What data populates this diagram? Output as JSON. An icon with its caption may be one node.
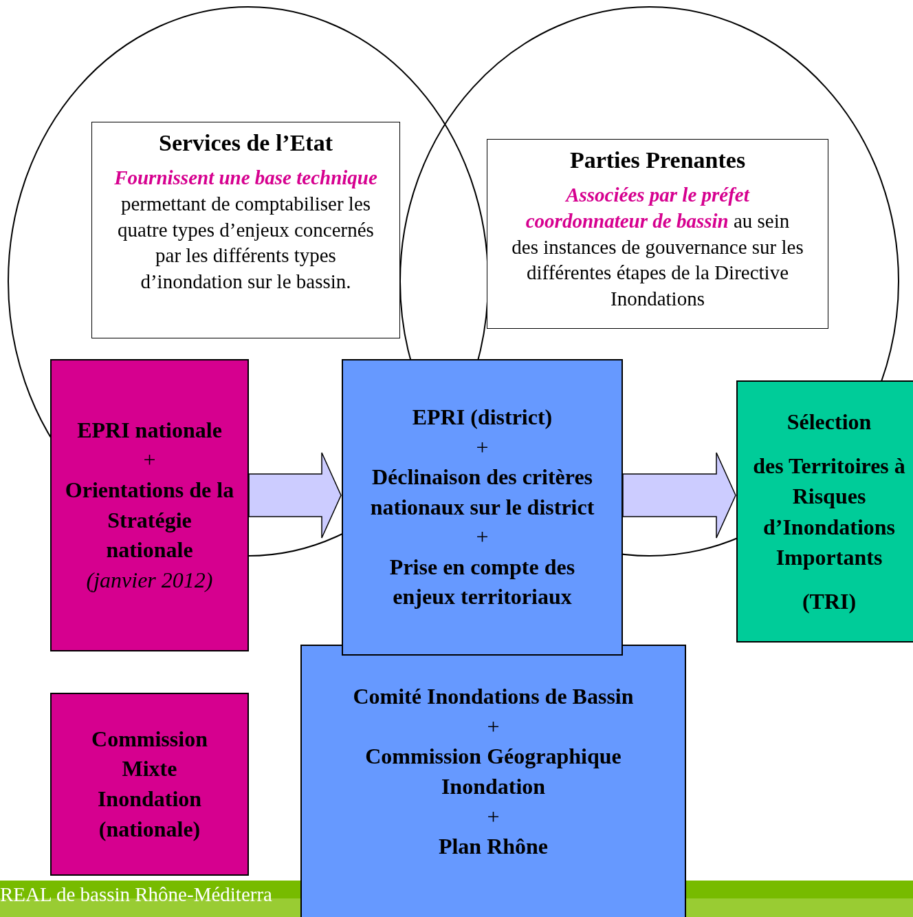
{
  "diagram": {
    "nodes": [
      {
        "text": [],
        "shape": "circle"
      },
      {
        "text": [
          "Services de l’Etat",
          "**Fournissent une base technique** permettant de comptabiliser les quatre types d’enjeux concernés par les différents types d’inondation sur le bassin."
        ],
        "in": 0
      },
      {
        "text": [],
        "shape": "circle"
      },
      {
        "text": [
          "Parties Prenantes",
          "**Associées par le préfet coordonnateur de bassin** au sein des instances de gouvernance sur les différentes étapes de la Directive Inondations"
        ],
        "in": 2
      },
      {
        "text": [
          "EPRI nationale",
          "+",
          "Orientations de la Stratégie nationale",
          "(janvier 2012)"
        ]
      },
      {
        "text": [
          "EPRI (district)",
          "+",
          "Déclinaison des critères nationaux sur le district",
          "+",
          "Prise en compte des enjeux territoriaux"
        ]
      },
      {
        "text": [
          "Sélection",
          "des Territoires à Risques d’Inondations Importants",
          "(TRI)"
        ]
      },
      {
        "text": [
          "Commission Mixte Inondation (nationale)"
        ]
      },
      {
        "text": [
          "Comité Inondations de Bassin",
          "+",
          "Commission Géographique Inondation",
          "+",
          "Plan Rhône"
        ]
      }
    ],
    "edges": [
      {
        "from": 4,
        "to": 5,
        "arrow": "to"
      },
      {
        "from": 5,
        "to": 6,
        "arrow": "to"
      }
    ],
    "labels": [
      "REAL de bassin Rhône-Méditerra"
    ]
  }
}
